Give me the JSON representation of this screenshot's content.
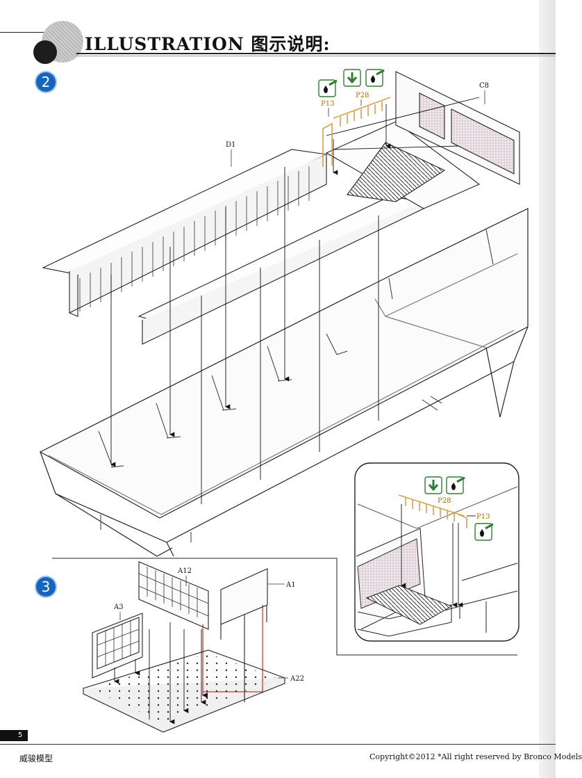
{
  "header": {
    "title": "ILLUSTRATION 图示说明:"
  },
  "steps": {
    "step2": "2",
    "step3": "3"
  },
  "parts": {
    "p13": "P13",
    "p28": "P28",
    "c8": "C8",
    "d1": "D1",
    "a12": "A12",
    "a1": "A1",
    "a3": "A3",
    "a22": "A22",
    "inset_p28": "P28",
    "inset_p13": "P13"
  },
  "icons": [
    "glue-icon",
    "fold-down-icon"
  ],
  "colors": {
    "step_badge": "#1565c0",
    "icon_green": "#2e7d32",
    "etch_orange": "#d9a24a",
    "guide_red": "#cc0000"
  },
  "footer": {
    "page_number": "5",
    "brand_cn": "威骏模型",
    "copyright": "Copyright©2012 *All right reserved by Bronco Models"
  }
}
